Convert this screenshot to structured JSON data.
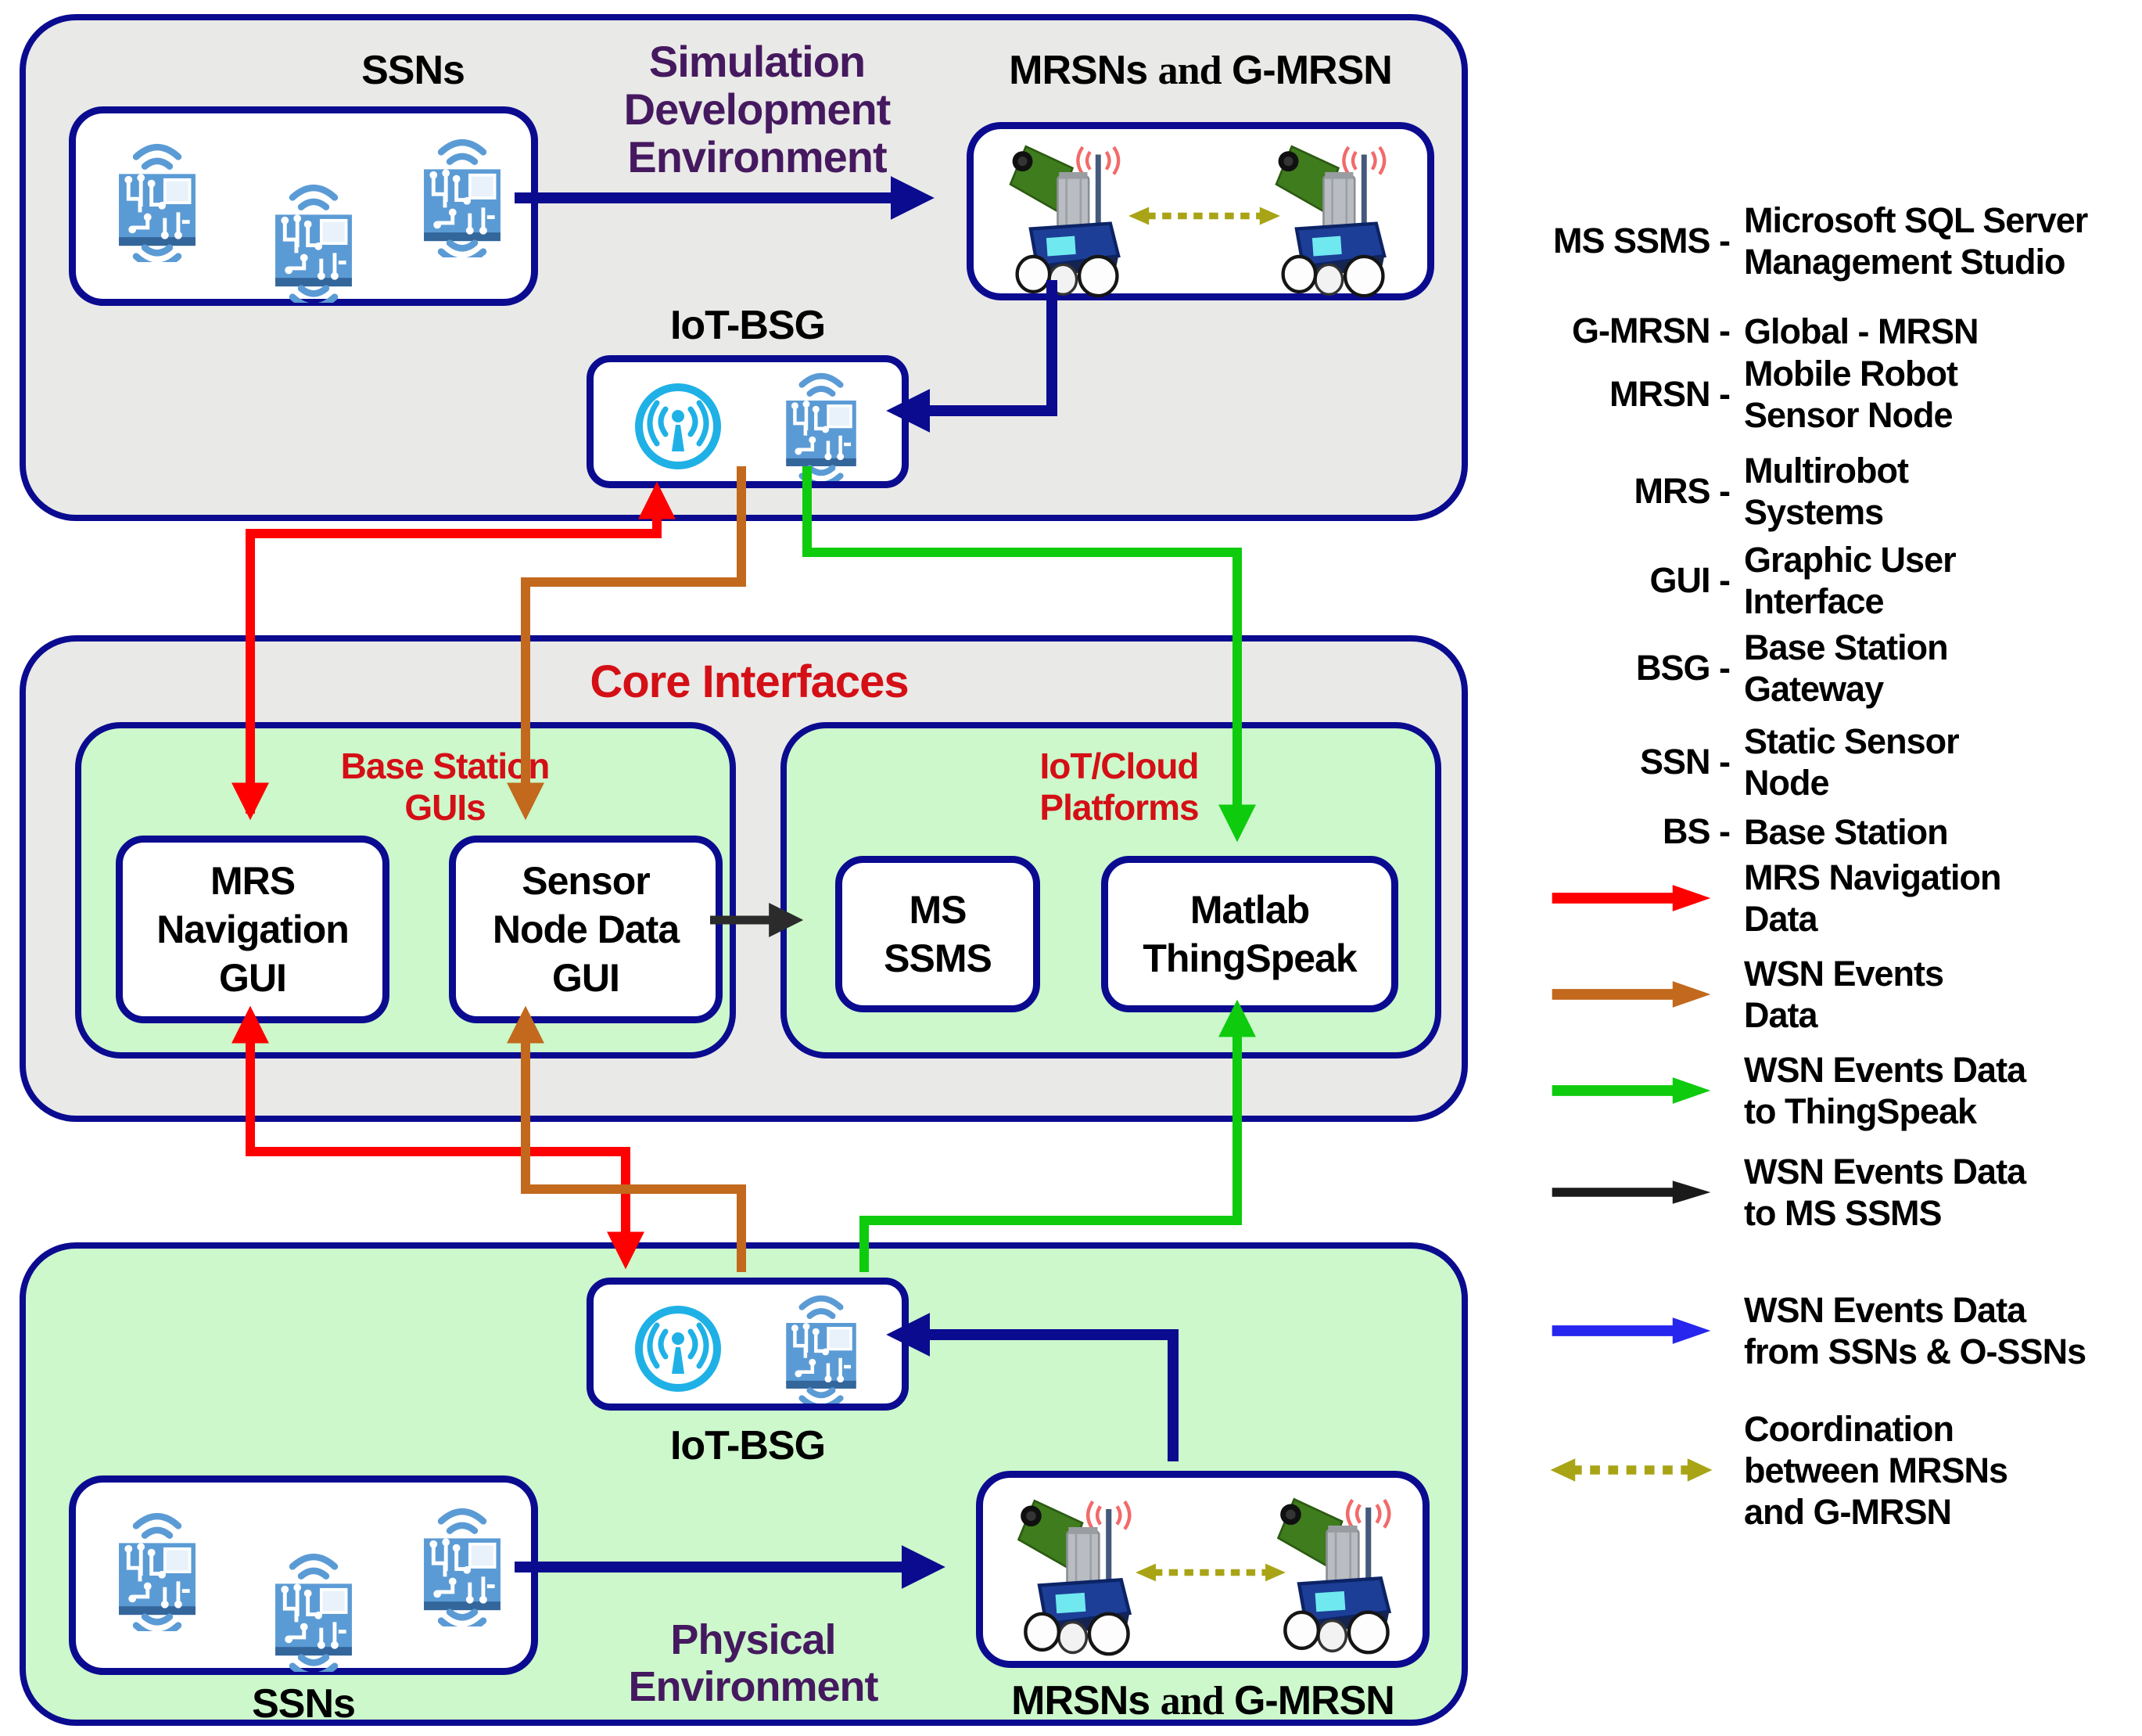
{
  "colors": {
    "border_navy": "#0b0b90",
    "section_gray": "#e9e9e7",
    "section_green": "#ccf8cb",
    "title_purple": "#45195f",
    "title_red": "#d40f16",
    "icon_blue": "#5b9bd5",
    "icon_cyan": "#1fb1e6"
  },
  "icons": {
    "sensor_node": "chip-wifi-icon",
    "gateway": "antenna-broadcast-icon",
    "robot": "mobile-robot-icon",
    "coordination": "dashed-double-arrow-icon"
  },
  "top_section": {
    "ssns_label": "SSNs",
    "title": "Simulation\nDevelopment\nEnvironment",
    "mrsn_label": {
      "pre": "MRSNs",
      "mid": "and",
      "post": "G-MRSN"
    },
    "iotbsg_label": "IoT-BSG"
  },
  "middle_section": {
    "title": "Core Interfaces",
    "bsg_group_label": "Base Station\nGUIs",
    "mrs_nav_box": "MRS\nNavigation\nGUI",
    "sensor_node_box": "Sensor\nNode Data\nGUI",
    "iot_group_label": "IoT/Cloud\nPlatforms",
    "ms_ssms_box": "MS\nSSMS",
    "matlab_box": "Matlab\nThingSpeak"
  },
  "bottom_section": {
    "iotbsg_label": "IoT-BSG",
    "ssns_label": "SSNs",
    "title": "Physical\nEnvironment",
    "mrsn_label": {
      "pre": "MRSNs",
      "mid": "and",
      "post": "G-MRSN"
    }
  },
  "legend": {
    "abbreviations": [
      {
        "term": "MS SSMS -",
        "definition": "Microsoft SQL Server\nManagement Studio"
      },
      {
        "term": "G-MRSN -",
        "definition": "Global - MRSN"
      },
      {
        "term": "MRSN -",
        "definition": "Mobile Robot\nSensor Node"
      },
      {
        "term": "MRS -",
        "definition": "Multirobot\nSystems"
      },
      {
        "term": "GUI -",
        "definition": "Graphic User\nInterface"
      },
      {
        "term": "BSG -",
        "definition": "Base Station\nGateway"
      },
      {
        "term": "SSN -",
        "definition": "Static Sensor\nNode"
      },
      {
        "term": "BS -",
        "definition": "Base Station"
      }
    ],
    "arrows": [
      {
        "color": "#ff0000",
        "style": "solid",
        "label": "MRS Navigation\nData"
      },
      {
        "color": "#c2691d",
        "style": "solid",
        "label": "WSN Events\nData"
      },
      {
        "color": "#0ecb0e",
        "style": "solid",
        "label": "WSN Events Data\nto ThingSpeak"
      },
      {
        "color": "#1a1a1a",
        "style": "solid",
        "label": "WSN Events Data\nto MS SSMS"
      },
      {
        "color": "#2626ee",
        "style": "solid",
        "label": "WSN Events Data\nfrom SSNs & O-SSNs"
      },
      {
        "color": "#a8a416",
        "style": "dashed-double",
        "label": "Coordination\nbetween MRSNs\nand G-MRSN"
      }
    ]
  },
  "connections": [
    {
      "from": "SSNs (simulation)",
      "to": "MRSNs and G-MRSN (simulation)",
      "type": "WSN Events Data from SSNs & O-SSNs",
      "color": "blue"
    },
    {
      "from": "MRSNs and G-MRSN (simulation)",
      "to": "IoT-BSG (simulation)",
      "type": "WSN Events Data from SSNs & O-SSNs",
      "color": "blue"
    },
    {
      "from": "IoT-BSG (simulation)",
      "to": "MRS Navigation GUI",
      "type": "MRS Navigation Data",
      "bidirectional": true,
      "color": "red"
    },
    {
      "from": "IoT-BSG (simulation)",
      "to": "Sensor Node Data GUI",
      "type": "WSN Events Data",
      "color": "orange"
    },
    {
      "from": "IoT-BSG (simulation)",
      "to": "Matlab ThingSpeak",
      "type": "WSN Events Data to ThingSpeak",
      "color": "green"
    },
    {
      "from": "Sensor Node Data GUI",
      "to": "MS SSMS",
      "type": "WSN Events Data to MS SSMS",
      "color": "black"
    },
    {
      "from": "MRS Navigation GUI",
      "to": "IoT-BSG (physical)",
      "type": "MRS Navigation Data",
      "bidirectional": true,
      "color": "red"
    },
    {
      "from": "IoT-BSG (physical)",
      "to": "Sensor Node Data GUI",
      "type": "WSN Events Data",
      "color": "orange"
    },
    {
      "from": "IoT-BSG (physical)",
      "to": "Matlab ThingSpeak",
      "type": "WSN Events Data to ThingSpeak",
      "color": "green"
    },
    {
      "from": "SSNs (physical)",
      "to": "MRSNs and G-MRSN (physical)",
      "type": "WSN Events Data from SSNs & O-SSNs",
      "color": "blue"
    },
    {
      "from": "MRSNs and G-MRSN (physical)",
      "to": "IoT-BSG (physical)",
      "type": "WSN Events Data from SSNs & O-SSNs",
      "color": "blue"
    },
    {
      "between": [
        "MRSNs",
        "G-MRSN"
      ],
      "type": "Coordination between MRSNs and G-MRSN",
      "color": "olive",
      "style": "dashed"
    }
  ]
}
